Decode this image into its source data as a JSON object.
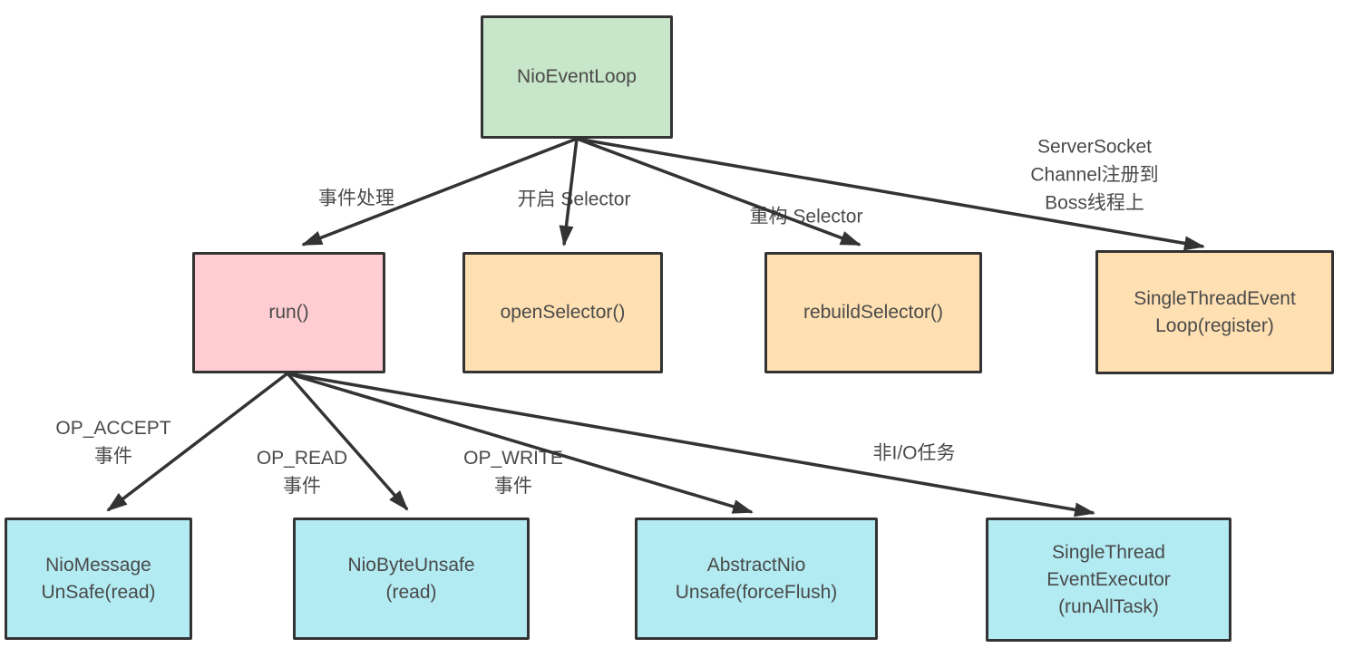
{
  "colors": {
    "root_fill": "#c8e6c9",
    "run_fill": "#ffcdd2",
    "selector_fill": "#ffe0b2",
    "leaf_fill": "#b2ebf2",
    "border": "#333333",
    "text": "#4a4a4a",
    "arrow": "#333333"
  },
  "nodes": {
    "nio_event_loop": {
      "label": "NioEventLoop"
    },
    "run": {
      "label": "run()"
    },
    "open_selector": {
      "label": "openSelector()"
    },
    "rebuild_selector": {
      "label": "rebuildSelector()"
    },
    "single_thread_event_loop": {
      "label": "SingleThreadEvent\nLoop(register)"
    },
    "nio_message_unsafe": {
      "label": "NioMessage\nUnSafe(read)"
    },
    "nio_byte_unsafe": {
      "label": "NioByteUnsafe\n(read)"
    },
    "abstract_nio_unsafe": {
      "label": "AbstractNio\nUnsafe(forceFlush)"
    },
    "single_thread_event_executor": {
      "label": "SingleThread\nEventExecutor\n(runAllTask)"
    }
  },
  "edge_labels": {
    "event_handling": "事件处理",
    "open_selector": "开启 Selector",
    "rebuild_selector": "重构 Selector",
    "register_boss": "ServerSocket\nChannel注册到\nBoss线程上",
    "op_accept": "OP_ACCEPT\n事件",
    "op_read": "OP_READ\n事件",
    "op_write": "OP_WRITE\n事件",
    "non_io_task": "非I/O任务"
  }
}
